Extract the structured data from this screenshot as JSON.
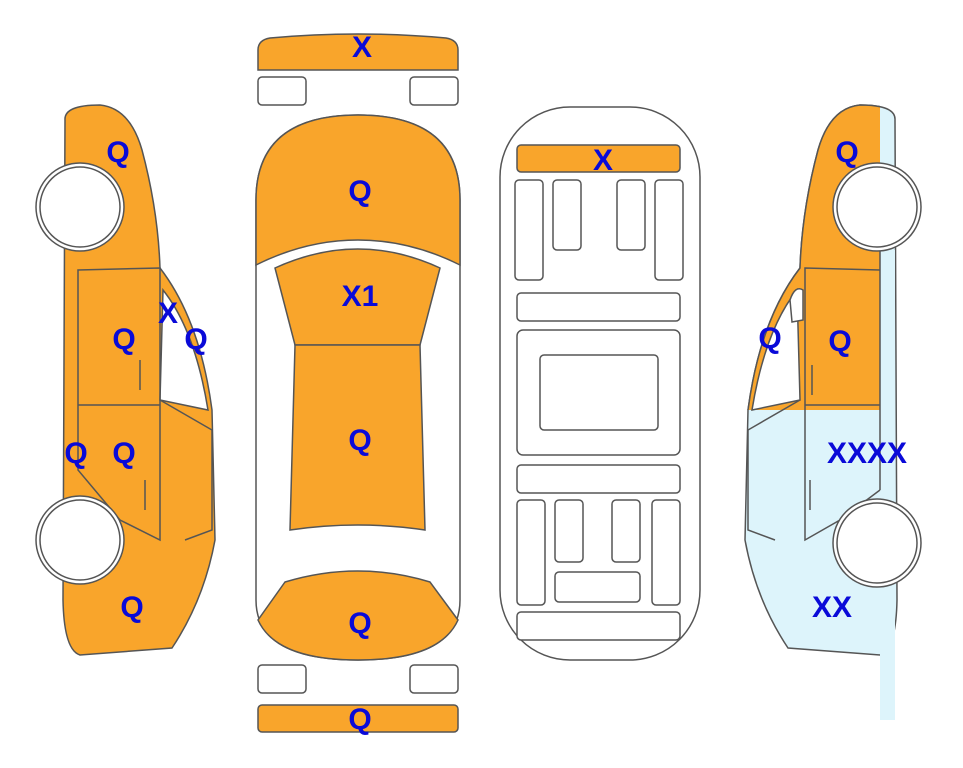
{
  "colors": {
    "damaged": "#F9A52B",
    "highlight": "#DDF4FB",
    "label": "#0A0AD8"
  },
  "left_side": {
    "labels": {
      "roof_front": "Q",
      "pillar": "X",
      "front_door_window": "Q",
      "front_door": "Q",
      "rear_door_edge": "Q",
      "rear_door": "Q",
      "rear_quarter": "Q"
    }
  },
  "top_view": {
    "labels": {
      "front_bumper": "X",
      "hood": "Q",
      "windshield": "X1",
      "roof": "Q",
      "trunk": "Q",
      "rear_bumper": "Q"
    }
  },
  "underside": {
    "labels": {
      "front_bar": "X"
    }
  },
  "right_side": {
    "labels": {
      "front_fender": "Q",
      "pillar": "Q",
      "front_door": "Q",
      "rear_door": "XXXX",
      "rear_quarter": "XX"
    }
  }
}
